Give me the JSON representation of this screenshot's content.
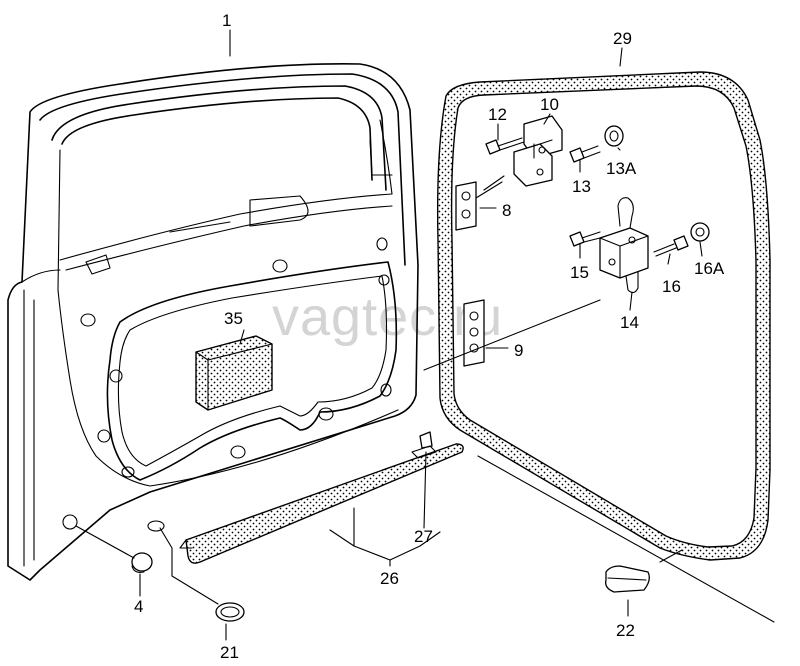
{
  "watermark": "vagtec.ru",
  "callouts": {
    "c1": "1",
    "c4": "4",
    "c8": "8",
    "c9": "9",
    "c10": "10",
    "c12": "12",
    "c13": "13",
    "c13a": "13A",
    "c14": "14",
    "c15": "15",
    "c16": "16",
    "c16a": "16A",
    "c21": "21",
    "c22": "22",
    "c26": "26",
    "c27": "27",
    "c29": "29",
    "c35": "35"
  }
}
